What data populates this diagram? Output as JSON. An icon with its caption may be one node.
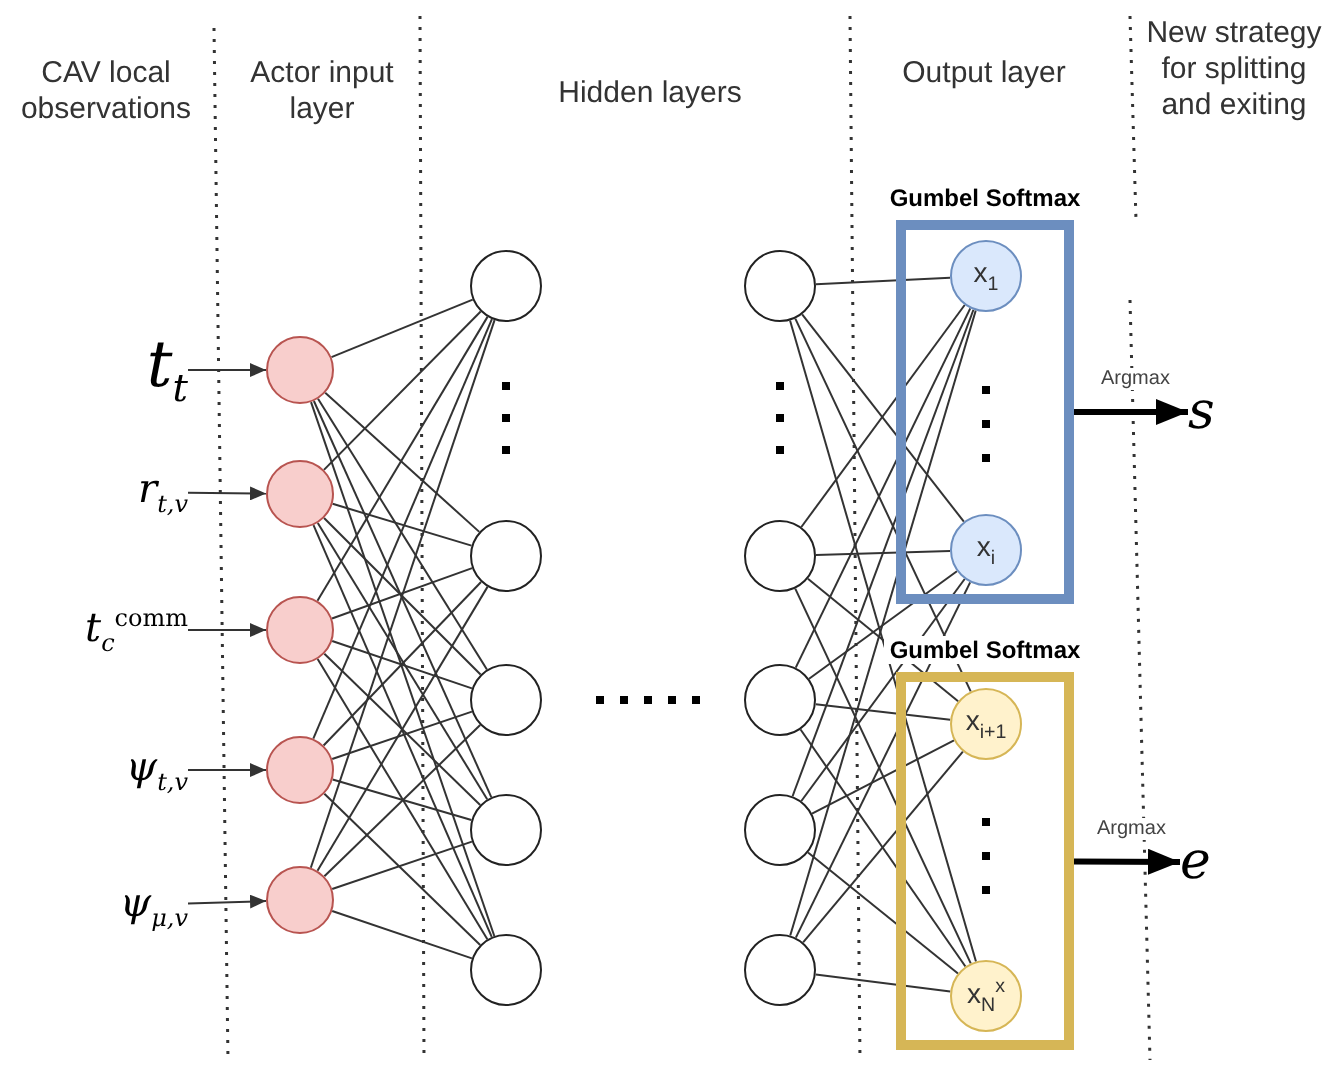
{
  "diagram": {
    "nodes": [
      {
        "text": [
          "*t*$_{t}$"
        ]
      },
      {
        "text": [
          "*r*$_{t,v}$"
        ]
      },
      {
        "text": [
          "*t*$_{c}$$^{comm}$"
        ]
      },
      {
        "text": [
          "*ψ*$_{t,v}$"
        ]
      },
      {
        "text": [
          "*ψ*$_{μ,v}$"
        ]
      },
      {
        "text": [],
        "shape": "circle"
      },
      {
        "text": [],
        "shape": "circle"
      },
      {
        "text": [],
        "shape": "circle"
      },
      {
        "text": [],
        "shape": "circle"
      },
      {
        "text": [],
        "shape": "circle"
      },
      {
        "text": [],
        "shape": "circle"
      },
      {
        "text": [],
        "shape": "circle"
      },
      {
        "text": [],
        "shape": "circle"
      },
      {
        "text": [],
        "shape": "circle"
      },
      {
        "text": [],
        "shape": "circle"
      },
      {
        "text": [],
        "shape": "circle"
      },
      {
        "text": [],
        "shape": "circle"
      },
      {
        "text": [],
        "shape": "circle"
      },
      {
        "text": [],
        "shape": "circle"
      },
      {
        "text": [],
        "shape": "circle"
      },
      {
        "text": [
          "Gumbel Softmax"
        ]
      },
      {
        "text": [
          "x$_{1}$"
        ],
        "in": 20
      },
      {
        "text": [
          "x$_{i}$"
        ],
        "in": 20
      },
      {
        "text": [
          "Gumbel Softmax"
        ]
      },
      {
        "text": [
          "x$_{i+1}$"
        ],
        "in": 23
      },
      {
        "text": [
          "x$_{N}$$^{x}$"
        ],
        "in": 23
      },
      {
        "text": [
          "*s*"
        ]
      },
      {
        "text": [
          "*e*"
        ]
      }
    ],
    "edges": [
      {
        "from": 0,
        "to": 5,
        "arrow": "to"
      },
      {
        "from": 1,
        "to": 6,
        "arrow": "to"
      },
      {
        "from": 2,
        "to": 7,
        "arrow": "to"
      },
      {
        "from": 3,
        "to": 8,
        "arrow": "to"
      },
      {
        "from": 4,
        "to": 9,
        "arrow": "to"
      },
      {
        "from": 5,
        "to": 10,
        "arrow": "none"
      },
      {
        "from": 5,
        "to": 11,
        "arrow": "none"
      },
      {
        "from": 5,
        "to": 12,
        "arrow": "none"
      },
      {
        "from": 5,
        "to": 13,
        "arrow": "none"
      },
      {
        "from": 5,
        "to": 14,
        "arrow": "none"
      },
      {
        "from": 6,
        "to": 10,
        "arrow": "none"
      },
      {
        "from": 6,
        "to": 11,
        "arrow": "none"
      },
      {
        "from": 6,
        "to": 12,
        "arrow": "none"
      },
      {
        "from": 6,
        "to": 13,
        "arrow": "none"
      },
      {
        "from": 6,
        "to": 14,
        "arrow": "none"
      },
      {
        "from": 7,
        "to": 10,
        "arrow": "none"
      },
      {
        "from": 7,
        "to": 11,
        "arrow": "none"
      },
      {
        "from": 7,
        "to": 12,
        "arrow": "none"
      },
      {
        "from": 7,
        "to": 13,
        "arrow": "none"
      },
      {
        "from": 7,
        "to": 14,
        "arrow": "none"
      },
      {
        "from": 8,
        "to": 10,
        "arrow": "none"
      },
      {
        "from": 8,
        "to": 11,
        "arrow": "none"
      },
      {
        "from": 8,
        "to": 12,
        "arrow": "none"
      },
      {
        "from": 8,
        "to": 13,
        "arrow": "none"
      },
      {
        "from": 8,
        "to": 14,
        "arrow": "none"
      },
      {
        "from": 9,
        "to": 10,
        "arrow": "none"
      },
      {
        "from": 9,
        "to": 11,
        "arrow": "none"
      },
      {
        "from": 9,
        "to": 12,
        "arrow": "none"
      },
      {
        "from": 9,
        "to": 13,
        "arrow": "none"
      },
      {
        "from": 9,
        "to": 14,
        "arrow": "none"
      },
      {
        "from": 15,
        "to": 21,
        "arrow": "none"
      },
      {
        "from": 15,
        "to": 22,
        "arrow": "none"
      },
      {
        "from": 15,
        "to": 24,
        "arrow": "none"
      },
      {
        "from": 15,
        "to": 25,
        "arrow": "none"
      },
      {
        "from": 16,
        "to": 21,
        "arrow": "none"
      },
      {
        "from": 16,
        "to": 22,
        "arrow": "none"
      },
      {
        "from": 16,
        "to": 24,
        "arrow": "none"
      },
      {
        "from": 16,
        "to": 25,
        "arrow": "none"
      },
      {
        "from": 17,
        "to": 21,
        "arrow": "none"
      },
      {
        "from": 17,
        "to": 22,
        "arrow": "none"
      },
      {
        "from": 17,
        "to": 24,
        "arrow": "none"
      },
      {
        "from": 17,
        "to": 25,
        "arrow": "none"
      },
      {
        "from": 18,
        "to": 21,
        "arrow": "none"
      },
      {
        "from": 18,
        "to": 22,
        "arrow": "none"
      },
      {
        "from": 18,
        "to": 24,
        "arrow": "none"
      },
      {
        "from": 18,
        "to": 25,
        "arrow": "none"
      },
      {
        "from": 19,
        "to": 21,
        "arrow": "none"
      },
      {
        "from": 19,
        "to": 22,
        "arrow": "none"
      },
      {
        "from": 19,
        "to": 24,
        "arrow": "none"
      },
      {
        "from": 19,
        "to": 25,
        "arrow": "none"
      },
      {
        "from": 20,
        "to": 26,
        "arrow": "to",
        "label": "Argmax",
        "style": "thick"
      },
      {
        "from": 23,
        "to": 27,
        "arrow": "to",
        "label": "Argmax",
        "style": "thick"
      }
    ],
    "labels": [
      "CAV local observations",
      "Actor input layer",
      "Hidden layers",
      "Output layer",
      "New strategy for splitting and exiting"
    ]
  }
}
